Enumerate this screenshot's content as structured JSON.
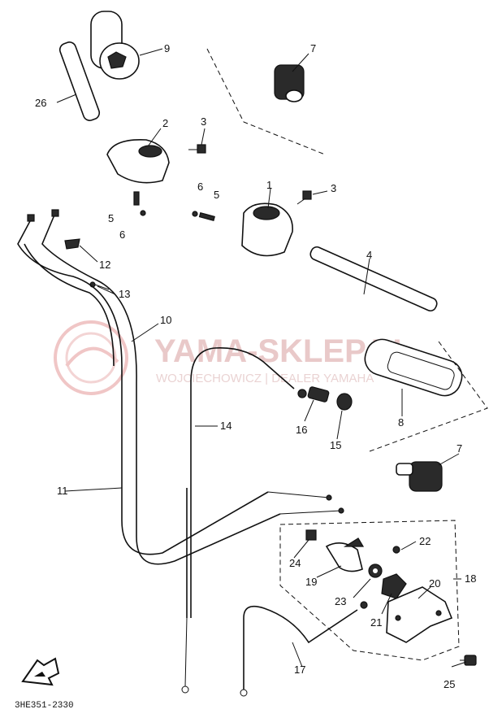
{
  "watermark": {
    "title": "YAMA-SKLEP.PL",
    "subtitle": "WOJCIECHOWICZ | DEALER YAMAHA"
  },
  "diagram_code": "3HE351-2330",
  "callouts": [
    "1",
    "2",
    "3",
    "3",
    "4",
    "5",
    "5",
    "6",
    "6",
    "7",
    "7",
    "8",
    "9",
    "10",
    "11",
    "12",
    "13",
    "14",
    "15",
    "16",
    "17",
    "18",
    "19",
    "20",
    "21",
    "22",
    "23",
    "24",
    "25",
    "26"
  ]
}
